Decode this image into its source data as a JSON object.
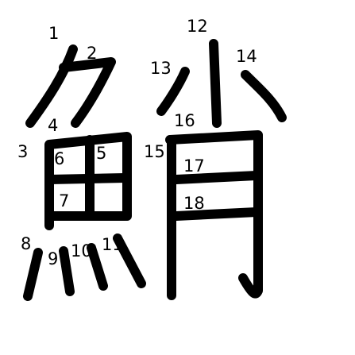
{
  "character": "鮹",
  "ink_color": "#000000",
  "background_color": "#ffffff",
  "stroke_numbers": [
    "1",
    "2",
    "3",
    "4",
    "5",
    "6",
    "7",
    "8",
    "9",
    "10",
    "11",
    "12",
    "13",
    "14",
    "15",
    "16",
    "17",
    "18"
  ]
}
